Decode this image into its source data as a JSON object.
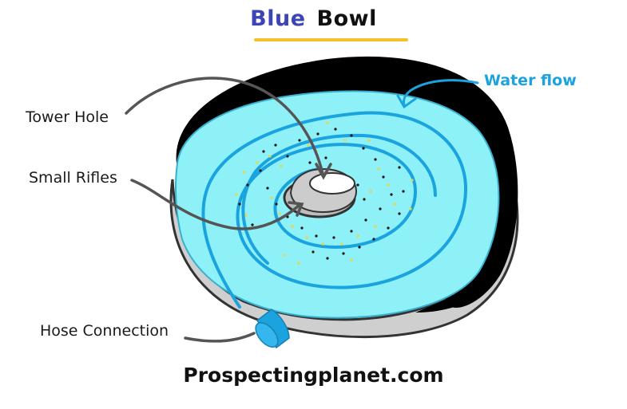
{
  "title": {
    "word1": "Blue",
    "word2": "Bowl"
  },
  "labels": {
    "tower_hole": "Tower Hole",
    "small_rifles": "Small Rifles",
    "hose_connection": "Hose Connection",
    "water_flow": "Water flow"
  },
  "footer": "Prospectingplanet.com",
  "colors": {
    "title_blue": "#3d44b5",
    "underline": "#f2c12c",
    "water": "#8df1f7",
    "spiral": "#1ba3e0",
    "bowl_rim": "#000000",
    "bowl_base": "#cfcfcf",
    "arrow": "#555555",
    "gold": "#f2d43a"
  }
}
